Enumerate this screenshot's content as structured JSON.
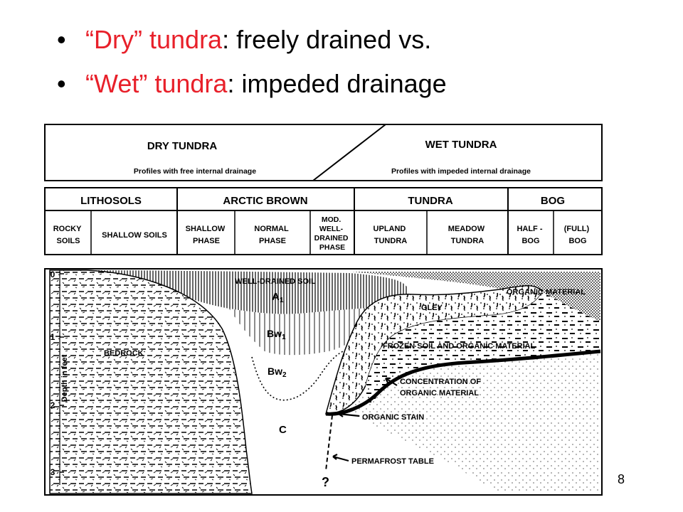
{
  "bullets": [
    {
      "q_open": "“",
      "red_word": "Dry",
      "q_close": "” ",
      "red_tail": "tundra",
      "rest": ": freely drained vs."
    },
    {
      "q_open": "“",
      "red_word": "Wet",
      "q_close": "” ",
      "red_tail": "tundra",
      "rest": ": impeded drainage"
    }
  ],
  "diagram": {
    "header": {
      "dry_title": "DRY TUNDRA",
      "dry_sub": "Profiles with free internal drainage",
      "wet_title": "WET TUNDRA",
      "wet_sub": "Profiles with impeded internal drainage"
    },
    "groups": [
      "LITHOSOLS",
      "ARCTIC BROWN",
      "TUNDRA",
      "BOG"
    ],
    "subtypes": [
      [
        "ROCKY",
        "SOILS"
      ],
      [
        "SHALLOW SOILS"
      ],
      [
        "SHALLOW",
        "PHASE"
      ],
      [
        "NORMAL",
        "PHASE"
      ],
      [
        "MOD.",
        "WELL-",
        "DRAINED",
        "PHASE"
      ],
      [
        "UPLAND",
        "TUNDRA"
      ],
      [
        "MEADOW",
        "TUNDRA"
      ],
      [
        "HALF -",
        "BOG"
      ],
      [
        "(FULL)",
        "BOG"
      ]
    ],
    "y_axis_label": "Depth in feet",
    "depth_ticks": [
      "0",
      "1",
      "2",
      "3"
    ],
    "labels": {
      "well_drained": "WELL-DRAINED SOIL",
      "a1": "A",
      "a1_sub": "1",
      "bw1": "Bw",
      "bw1_sub": "1",
      "bw2": "Bw",
      "bw2_sub": "2",
      "c": "C",
      "bedrock": "BEDROCK",
      "organic_material": "ORGANIC MATERIAL",
      "gley": "GLEY",
      "frozen": "FROZEN SOIL AND ORGANIC MATERIAL",
      "concentration_1": "CONCENTRATION OF",
      "concentration_2": "ORGANIC MATERIAL",
      "organic_stain": "ORGANIC STAIN",
      "permafrost": "PERMAFROST TABLE",
      "question": "?"
    }
  },
  "slide_number": "8"
}
